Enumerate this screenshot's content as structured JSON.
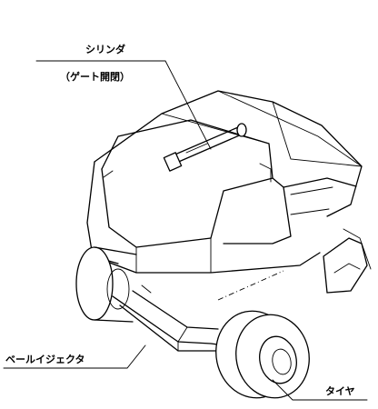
{
  "labels": {
    "cylinder": "シリンダ",
    "cylinder_note": "（ゲート開閉）",
    "bale_ejector": "ベールイジェクタ",
    "tire": "タイヤ"
  }
}
